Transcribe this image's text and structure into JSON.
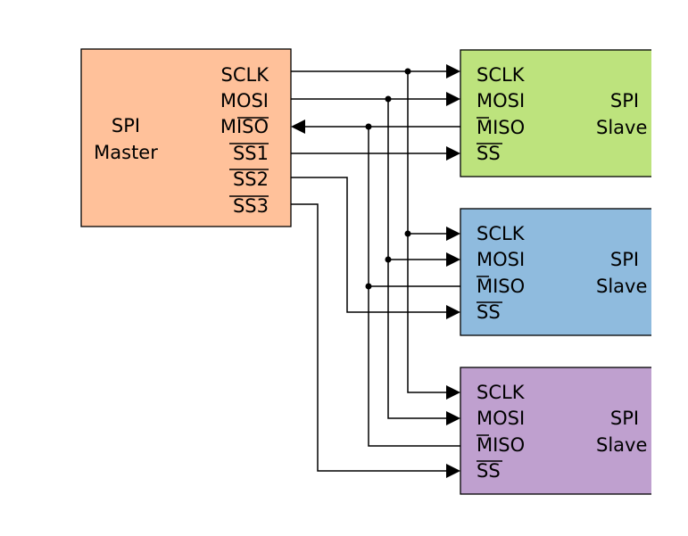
{
  "master": {
    "title_lines": [
      "SPI",
      "Master"
    ],
    "pins": [
      "SCLK",
      "MOSI",
      "MISO",
      "SS1",
      "SS2",
      "SS3"
    ],
    "fill": "#ffc19a"
  },
  "slaves": [
    {
      "pins": [
        "SCLK",
        "MOSI",
        "MISO",
        "SS"
      ],
      "title_lines": [
        "SPI",
        "Slave"
      ],
      "fill": "#bde37d"
    },
    {
      "pins": [
        "SCLK",
        "MOSI",
        "MISO",
        "SS"
      ],
      "title_lines": [
        "SPI",
        "Slave"
      ],
      "fill": "#8fbbde"
    },
    {
      "pins": [
        "SCLK",
        "MOSI",
        "MISO",
        "SS"
      ],
      "title_lines": [
        "SPI",
        "Slave"
      ],
      "fill": "#bfa0cf"
    }
  ],
  "colors": {
    "line": "#000000"
  }
}
